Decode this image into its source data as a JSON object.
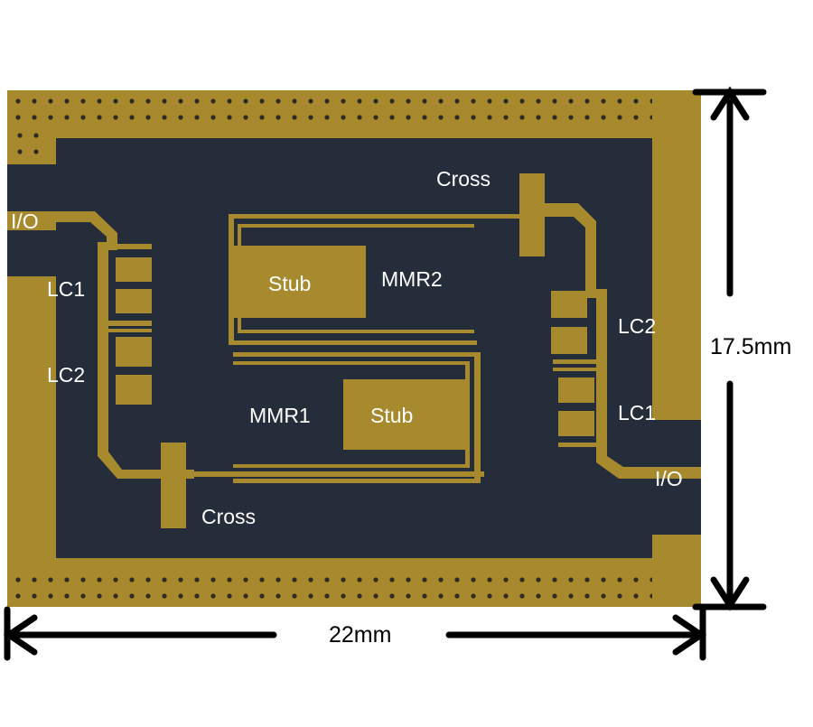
{
  "figure": {
    "description_free": true,
    "labels": {
      "io_left": "I/O",
      "io_right": "I/O",
      "lc1_left": "LC1",
      "lc2_left": "LC2",
      "lc2_right": "LC2",
      "lc1_right": "LC1",
      "stub_top": "Stub",
      "stub_bottom": "Stub",
      "mmr2": "MMR2",
      "mmr1": "MMR1",
      "cross_top": "Cross",
      "cross_bottom": "Cross"
    },
    "dimensions": {
      "width": "22mm",
      "height": "17.5mm"
    },
    "colors": {
      "substrate": "#262d3a",
      "copper": "#a88a2e",
      "via": "#2f2a22",
      "label": "#ffffff",
      "dimension": "#000000"
    }
  }
}
